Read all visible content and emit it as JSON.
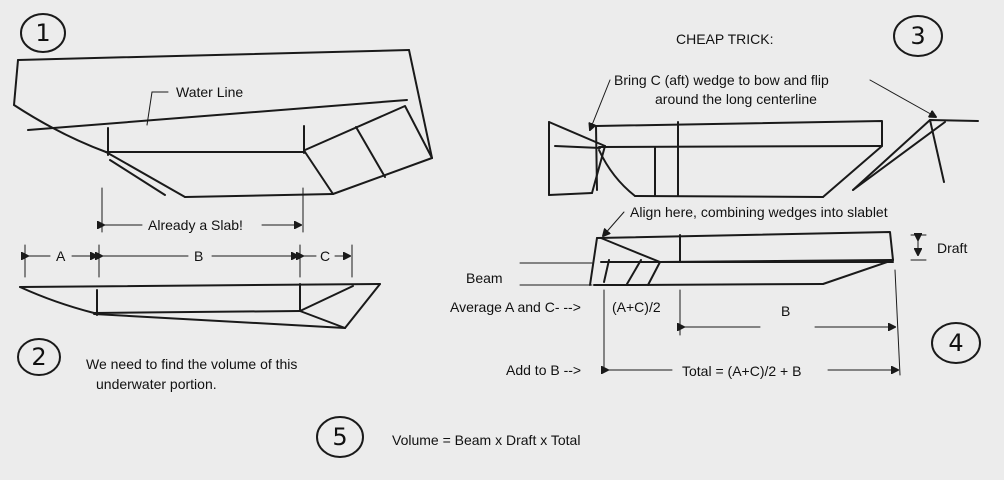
{
  "steps": [
    "1",
    "2",
    "3",
    "4",
    "5"
  ],
  "labels": {
    "cheap_trick": "CHEAP TRICK:",
    "water_line": "Water Line",
    "already_slab": "Already a Slab!",
    "dim_a": "A",
    "dim_b": "B",
    "dim_c": "C",
    "need_volume_line1": "We need to find the volume of this",
    "need_volume_line2": "underwater portion.",
    "bring_c_line1": "Bring C (aft) wedge to bow and flip",
    "bring_c_line2": "around the long centerline",
    "align_here": "Align here, combining wedges into slablet",
    "draft": "Draft",
    "beam": "Beam",
    "average": "Average A and C- -->",
    "a_plus_c": "(A+C)/2",
    "b_bottom": "B",
    "add_to_b": "Add to B -->",
    "total": "Total = (A+C)/2 + B",
    "volume": "Volume = Beam x Draft x Total"
  }
}
